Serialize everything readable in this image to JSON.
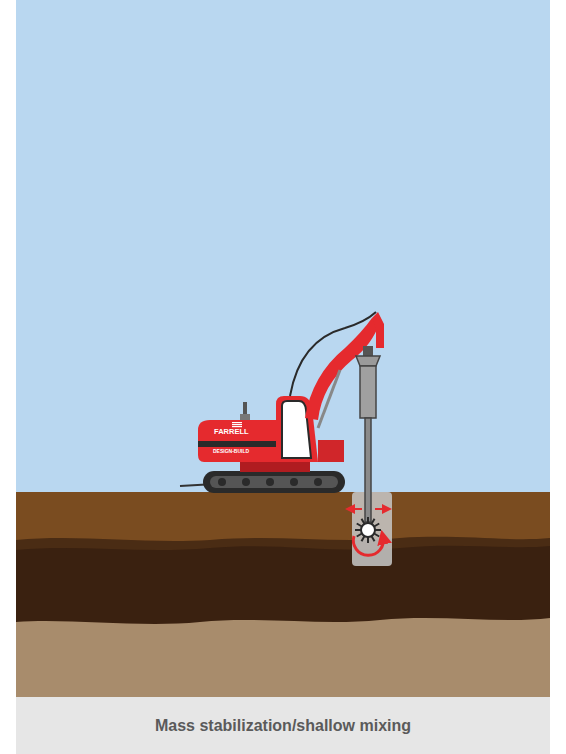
{
  "diagram": {
    "caption": "Mass stabilization/shallow mixing",
    "labels": [
      "FARRELL",
      "DESIGN-BUILD"
    ]
  }
}
